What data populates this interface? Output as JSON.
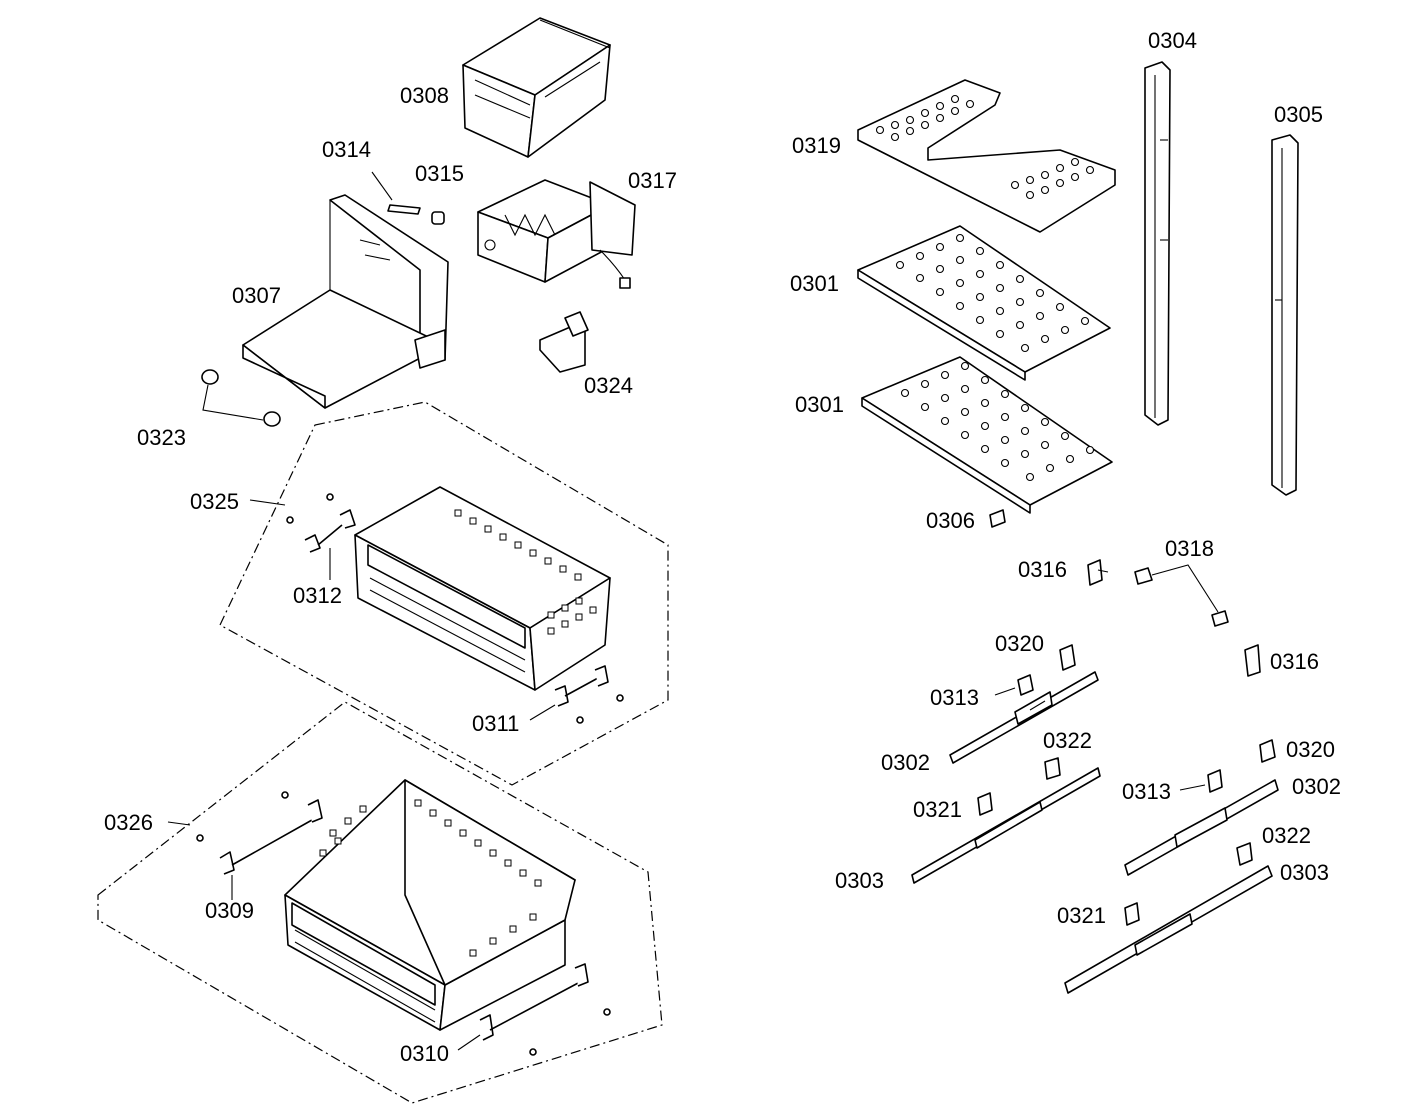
{
  "labels": {
    "l0308": "0308",
    "l0314": "0314",
    "l0315": "0315",
    "l0317": "0317",
    "l0307": "0307",
    "l0324": "0324",
    "l0323": "0323",
    "l0325": "0325",
    "l0312": "0312",
    "l0311": "0311",
    "l0326": "0326",
    "l0309": "0309",
    "l0310": "0310",
    "l0304": "0304",
    "l0305": "0305",
    "l0319": "0319",
    "l0301a": "0301",
    "l0301b": "0301",
    "l0306": "0306",
    "l0316a": "0316",
    "l0318": "0318",
    "l0316b": "0316",
    "l0320a": "0320",
    "l0313a": "0313",
    "l0302a": "0302",
    "l0322a": "0322",
    "l0321a": "0321",
    "l0303a": "0303",
    "l0320b": "0320",
    "l0313b": "0313",
    "l0302b": "0302",
    "l0322b": "0322",
    "l0303b": "0303",
    "l0321b": "0321"
  },
  "colors": {
    "ink": "#000000",
    "paper": "#ffffff"
  }
}
